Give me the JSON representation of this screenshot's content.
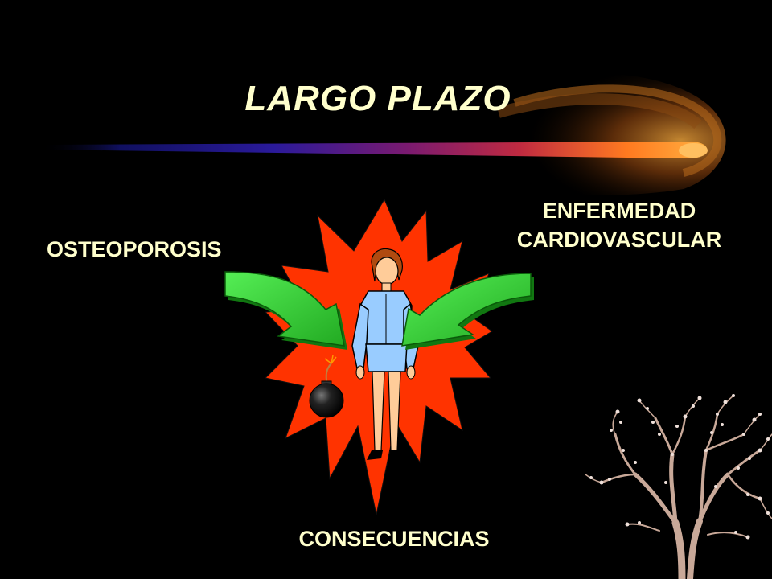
{
  "slide": {
    "title": "LARGO PLAZO",
    "labels": {
      "left": "OSTEOPOROSIS",
      "right_line1": "ENFERMEDAD",
      "right_line2": "CARDIOVASCULAR",
      "bottom": "CONSECUENCIAS"
    }
  },
  "colors": {
    "background": "#000000",
    "text": "#FFFFCC",
    "starburst": "#FF3300",
    "arrows": "#33CC33",
    "comet_head": "#FF9933",
    "dress": "#99CCFF"
  },
  "icons": {
    "comet": "comet-swoosh-graphic",
    "starburst": "explosion-starburst",
    "figure": "woman-figure-clipart",
    "bomb": "bomb-icon",
    "arrow_left": "curved-arrow-right-down-icon",
    "arrow_right": "curved-arrow-left-down-icon",
    "tree": "bare-tree-clipart"
  }
}
